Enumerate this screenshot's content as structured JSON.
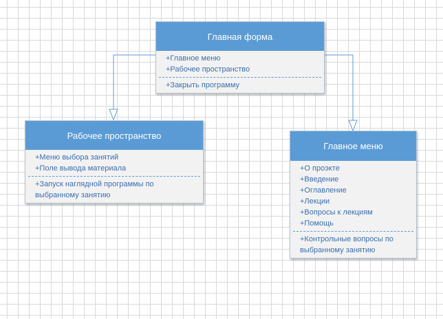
{
  "diagram": {
    "type": "uml-class-diagram",
    "colors": {
      "header": "#5b9bd5",
      "header_text": "#ffffff",
      "body": "#f2f2f2",
      "member_text": "#3a6fb0",
      "connector": "#5b9bd5",
      "grid": "#d9d9d9"
    },
    "classes": {
      "main_form": {
        "title": "Главная форма",
        "attributes": [
          "+Главное меню",
          "+Рабочее пространство"
        ],
        "methods": [
          "+Закрыть программу"
        ]
      },
      "workspace": {
        "title": "Рабочее пространство",
        "attributes": [
          "+Меню выбора занятий",
          "+Поле вывода материала"
        ],
        "methods": [
          "+Запуск наглядной программы по",
          "выбранному занятию"
        ]
      },
      "main_menu": {
        "title": "Главное меню",
        "attributes": [
          "+О проэкте",
          "+Введение",
          "+Оглавление",
          "+Лекции",
          "+Вопросы к лекциям",
          "+Помощь"
        ],
        "methods": [
          "+Контрольные вопросы по",
          "выбранному занятию"
        ]
      }
    },
    "relations": [
      {
        "from": "main_form",
        "to": "workspace",
        "kind": "association-arrow"
      },
      {
        "from": "main_form",
        "to": "main_menu",
        "kind": "association-arrow"
      }
    ]
  }
}
